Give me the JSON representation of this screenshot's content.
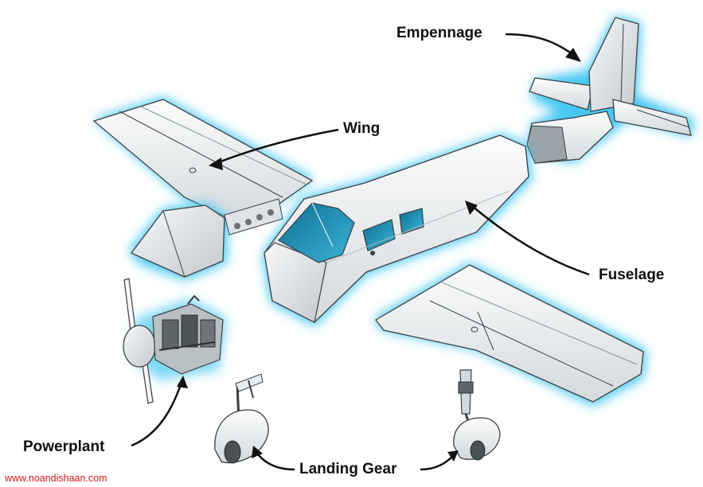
{
  "labels": {
    "empennage": "Empennage",
    "wing": "Wing",
    "fuselage": "Fuselage",
    "powerplant": "Powerplant",
    "landing_gear": "Landing Gear"
  },
  "watermark": "www.noandishaan.com",
  "colors": {
    "glow": "#47c8f2",
    "body": "#f2f4f5",
    "shade": "#c9ced2",
    "outline": "#3a3f44",
    "window": "#1f8cb0",
    "label": "#111111",
    "watermark": "#d11a1a"
  }
}
